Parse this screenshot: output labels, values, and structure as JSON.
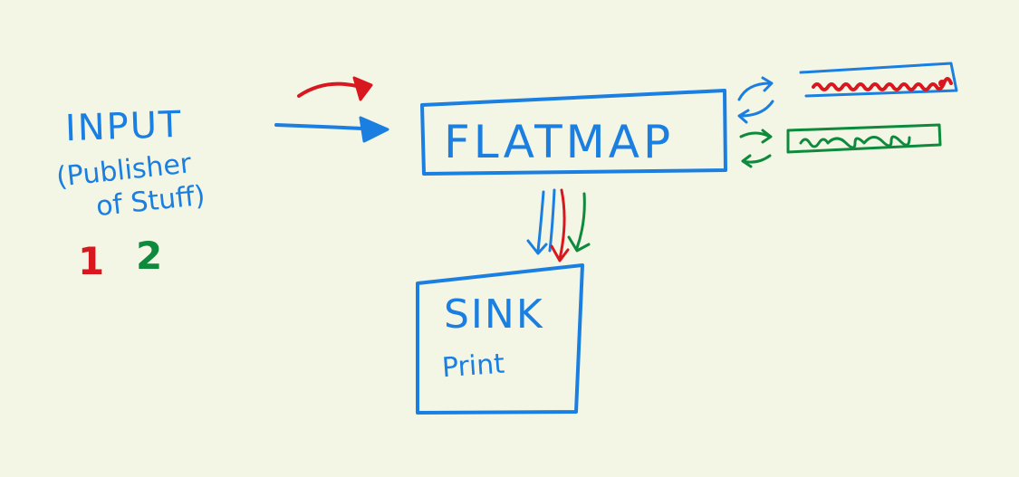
{
  "input_node": {
    "title": "INPUT",
    "subtitle_line1": "(Publisher",
    "subtitle_line2": "of Stuff)"
  },
  "input_values": [
    "1",
    "2"
  ],
  "flatmap_node": {
    "title": "FLATMAP"
  },
  "sink_node": {
    "title": "SINK",
    "subtitle": "Print"
  },
  "colors": {
    "ink_blue": "#1a7fe0",
    "ink_red": "#d8171e",
    "ink_green": "#0e8a3d",
    "paper": "#f3f5e5"
  }
}
